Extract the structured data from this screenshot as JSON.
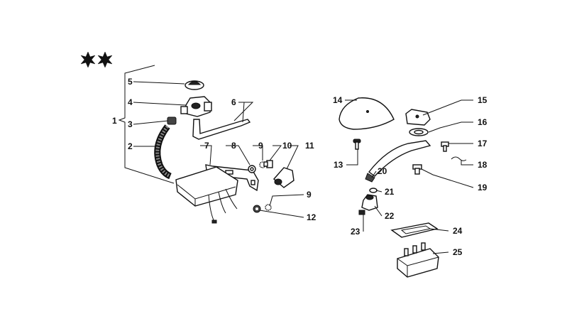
{
  "diagram": {
    "markers": [
      "star-symbol",
      "star-symbol"
    ],
    "callouts": [
      "1",
      "2",
      "3",
      "4",
      "5",
      "6",
      "7",
      "8",
      "9",
      "10",
      "11",
      "9",
      "12",
      "13",
      "14",
      "15",
      "16",
      "17",
      "18",
      "19",
      "20",
      "21",
      "22",
      "23",
      "24",
      "25"
    ]
  }
}
